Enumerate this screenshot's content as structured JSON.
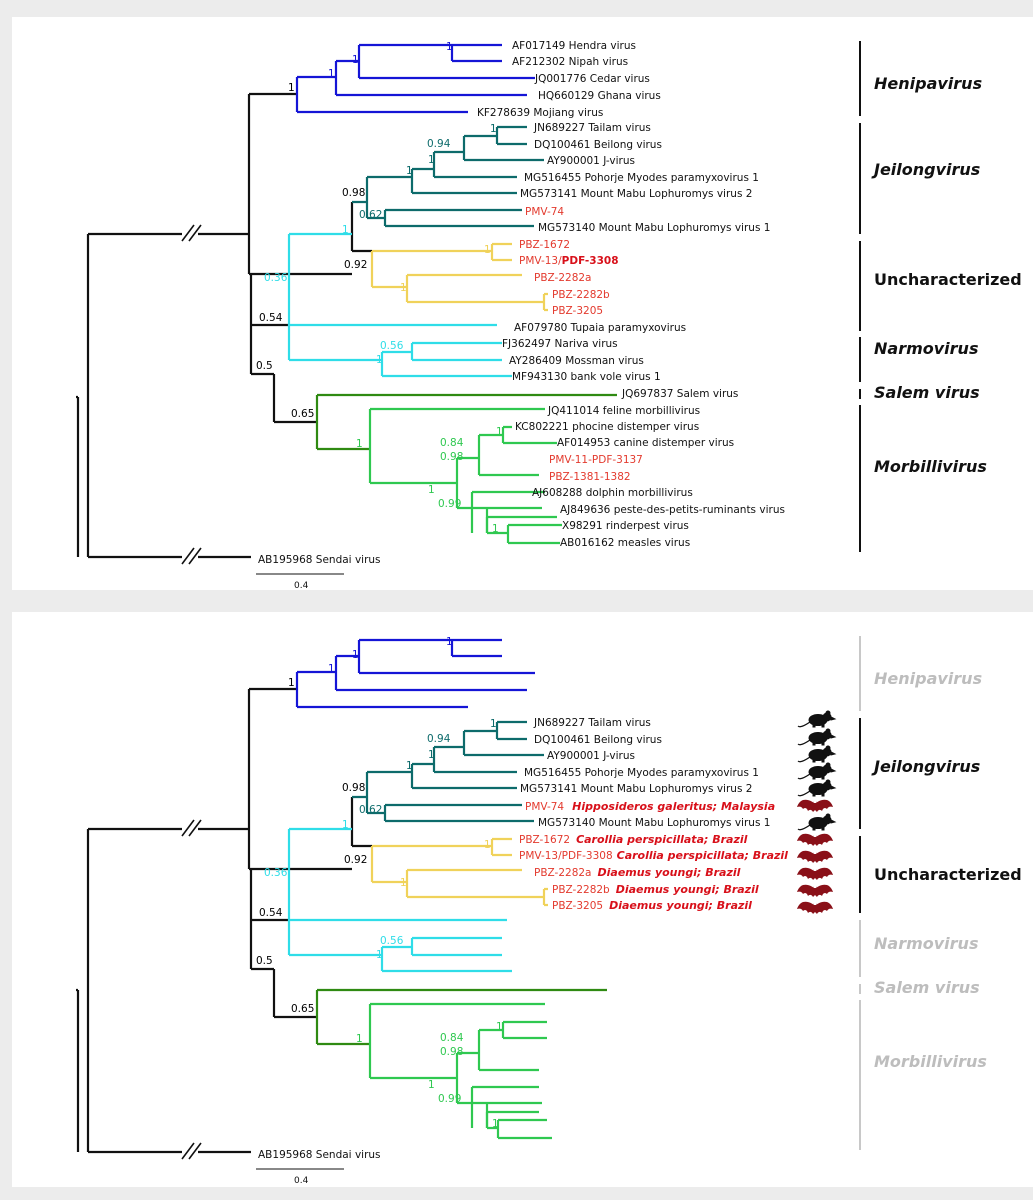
{
  "tips": {
    "hendra": "AF017149 Hendra virus",
    "nipah": "AF212302 Nipah virus",
    "cedar": "JQ001776 Cedar virus",
    "ghana": "HQ660129 Ghana virus",
    "mojiang": "KF278639 Mojiang virus",
    "tailam": "JN689227 Tailam virus",
    "beilong": "DQ100461 Beilong virus",
    "jvirus": "AY900001 J-virus",
    "pohorje": "MG516455 Pohorje Myodes paramyxovirus 1",
    "mabu2": "MG573141 Mount Mabu Lophuromys virus 2",
    "pmv74": "PMV-74",
    "mabu1": "MG573140 Mount Mabu Lophuromys virus 1",
    "pbz1672": "PBZ-1672",
    "pmv13a": "PMV-13/",
    "pmv13b": "PDF-3308",
    "pbz2282a": "PBZ-2282a",
    "pbz2282b": "PBZ-2282b",
    "pbz3205": "PBZ-3205",
    "tupaia": "AF079780 Tupaia paramyxovirus",
    "nariva": "FJ362497 Nariva virus",
    "mossman": "AY286409 Mossman virus",
    "bankvole": "MF943130 bank vole virus 1",
    "salem": "JQ697837 Salem virus",
    "feline": "JQ411014 feline morbillivirus",
    "phocine": "KC802221 phocine distemper virus",
    "canine": "AF014953 canine distemper virus",
    "pmv11": "PMV-11-PDF-3137",
    "pbz1381": "PBZ-1381-1382",
    "dolphin": "AJ608288 dolphin morbillivirus",
    "ppr": "AJ849636 peste-des-petits-ruminants virus",
    "rinderpest": "X98291 rinderpest virus",
    "measles": "AB016162 measles virus",
    "sendai": "AB195968 Sendai virus"
  },
  "hosts": {
    "pmv74": "Hipposideros galeritus; Malaysia",
    "pbz1672": "Carollia perspicillata; Brazil",
    "pmv13": "Carollia perspicillata; Brazil",
    "pbz2282a": "Diaemus youngi; Brazil",
    "pbz2282b": "Diaemus youngi; Brazil",
    "pbz3205": "Diaemus youngi; Brazil"
  },
  "support": {
    "henipa_root": "1",
    "henipa_a": "1",
    "henipa_b": "1",
    "henipa_c": "1",
    "jeil_root": "0.98",
    "jeil_a": "1",
    "jeil_b": "0.94",
    "jeil_c": "1",
    "jeil_d": "1",
    "pmv74_mabu1": "0.62",
    "jeil_unchar": "1",
    "unchar_root": "0.92",
    "unchar_a": "1",
    "unchar_b": "1",
    "cyan_root": "0.36",
    "node_054": "0.54",
    "narmo_a": "1",
    "narmo_b": "0.56",
    "node_05": "0.5",
    "salem_morbilli": "0.65",
    "morbilli_root": "1",
    "morb_a": "1",
    "morb_b": "0.98",
    "morb_c": "0.84",
    "morb_d": "1",
    "morb_e": "0.99",
    "morb_f": "1"
  },
  "genera": {
    "henipavirus": "Henipavirus",
    "jeilongvirus": "Jeilongvirus",
    "uncharacterized": "Uncharacterized",
    "narmovirus": "Narmovirus",
    "salem": "Salem virus",
    "morbillivirus": "Morbillivirus"
  },
  "scale_bar": "0.4",
  "colors": {
    "henipavirus": "#1515d6",
    "jeilongvirus": "#0d6b6b",
    "uncharacterized": "#f0d25a",
    "narmo_cyan": "#2fdde8",
    "salem": "#2f8a12",
    "morbillivirus": "#2fc850",
    "root": "#111111",
    "bat": "#8a1018",
    "rodent": "#111111",
    "red_label": "#e33a2e"
  },
  "icons": {
    "rodent": "rodent-icon",
    "bat": "bat-icon"
  }
}
